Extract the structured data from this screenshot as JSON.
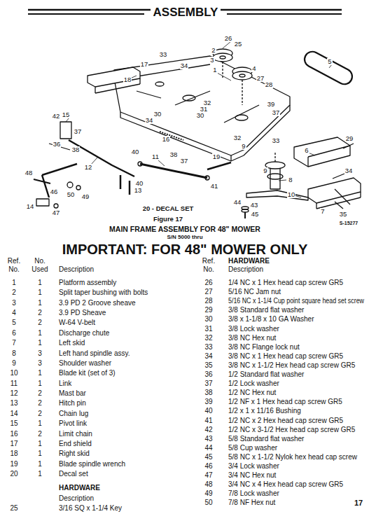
{
  "diagram": {
    "title": "ASSEMBLY",
    "labels": [
      "26",
      "2",
      "25",
      "5",
      "33",
      "17",
      "34",
      "1",
      "3",
      "4",
      "27",
      "28",
      "18",
      "32",
      "31",
      "30",
      "30",
      "34",
      "16",
      "39",
      "37",
      "42",
      "15",
      "37",
      "36",
      "38",
      "32",
      "33",
      "9",
      "29",
      "6",
      "40",
      "11",
      "38",
      "37",
      "12",
      "19",
      "9",
      "8",
      "34",
      "40",
      "41",
      "48",
      "46",
      "50",
      "49",
      "13",
      "14",
      "47",
      "10",
      "7",
      "44",
      "43",
      "45",
      "35",
      "20 - DECAL SET",
      "Figure 17",
      "S-15277",
      "MAIN FRAME ASSEMBLY FOR 48\" MOWER",
      "S/N 5000 thru",
      "IMPORTANT: FOR 48\" MOWER ONLY",
      "Ref.",
      "No.",
      "No.",
      "Used",
      "Description",
      "Ref.",
      "No.",
      "HARDWARE",
      "Description",
      "1",
      "1",
      "Platform assembly",
      "2",
      "1",
      "Split taper bushing with bolts",
      "3",
      "1",
      "3.9 PD 2 Groove sheave",
      "4",
      "2",
      "3.9 PD Sheave",
      "5",
      "2",
      "W-64 V-belt",
      "6",
      "1",
      "Discharge chute",
      "7",
      "1",
      "Left skid",
      "8",
      "3",
      "Left hand spindle assy.",
      "9",
      "3",
      "Shoulder washer",
      "10",
      "1",
      "Blade kit (set of 3)",
      "11",
      "1",
      "Link",
      "12",
      "2",
      "Mast bar",
      "13",
      "2",
      "Hitch pin",
      "14",
      "2",
      "Chain lug",
      "15",
      "1",
      "Pivot link",
      "16",
      "2",
      "Limit chain",
      "17",
      "1",
      "End shield",
      "18",
      "1",
      "Right skid",
      "19",
      "1",
      "Blade spindle wrench",
      "20",
      "1",
      "Decal set",
      "HARDWARE",
      "Description",
      "25",
      "3/16 SQ x 1-1/4 Key",
      "26",
      "1/4 NC x 1 Hex head cap screw GR5",
      "27",
      "5/16 NC Jam nut",
      "28",
      "5/16 NC x 1-1/4 Cup point square head set screw",
      "29",
      "3/8 Standard flat washer",
      "30",
      "3/8 x 1-1/8 x 10 GA Washer",
      "31",
      "3/8 Lock washer",
      "32",
      "3/8 NC Hex nut",
      "33",
      "3/8 NC Flange lock nut",
      "34",
      "3/8 NC x 1 Hex head cap screw GR5",
      "35",
      "3/8 NC x 1-1/2 Hex head cap screw GR5",
      "36",
      "1/2 Standard flat washer",
      "37",
      "1/2 Lock washer",
      "38",
      "1/2 NC Hex nut",
      "39",
      "1/2 NF x 1 Hex head cap screw GR5",
      "40",
      "1/2 x 1 x 11/16 Bushing",
      "41",
      "1/2 NC x 2 Hex head cap screw GR5",
      "42",
      "1/2 NC x 3-1/2 Hex head cap screw GR5",
      "43",
      "5/8 Standard flat washer",
      "44",
      "5/8 Cup washer",
      "45",
      "5/8 NC x 1-1/2 Nylok hex head cap screw",
      "46",
      "3/4 Lock washer",
      "47",
      "3/4 NC Hex nut",
      "48",
      "3/4 NC x 4 Hex head cap screw GR5",
      "49",
      "7/8 Lock washer",
      "50",
      "7/8 NF Hex nut",
      "17"
    ]
  }
}
